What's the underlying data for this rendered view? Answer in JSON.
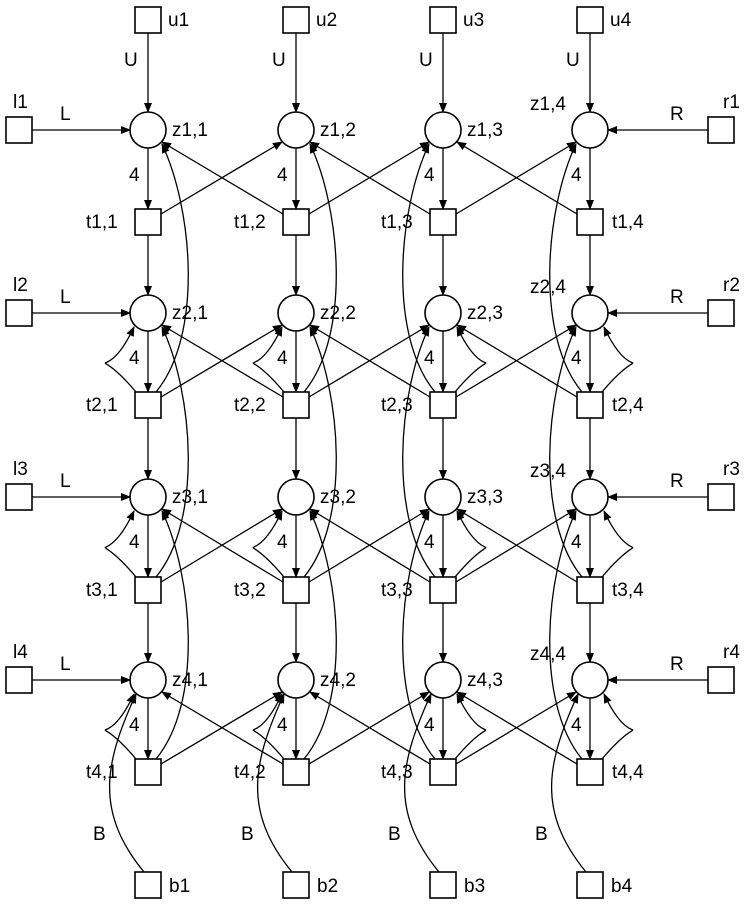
{
  "diagram": {
    "rows": 4,
    "cols": 4,
    "edge_labels": {
      "up": "U",
      "left": "L",
      "right": "R",
      "bottom": "B",
      "weight": "4"
    },
    "top_sources": [
      "u1",
      "u2",
      "u3",
      "u4"
    ],
    "left_sources": [
      "l1",
      "l2",
      "l3",
      "l4"
    ],
    "right_sources": [
      "r1",
      "r2",
      "r3",
      "r4"
    ],
    "bottom_sources": [
      "b1",
      "b2",
      "b3",
      "b4"
    ],
    "places": [
      [
        "z1,1",
        "z1,2",
        "z1,3",
        "z1,4"
      ],
      [
        "z2,1",
        "z2,2",
        "z2,3",
        "z2,4"
      ],
      [
        "z3,1",
        "z3,2",
        "z3,3",
        "z3,4"
      ],
      [
        "z4,1",
        "z4,2",
        "z4,3",
        "z4,4"
      ]
    ],
    "transitions": [
      [
        "t1,1",
        "t1,2",
        "t1,3",
        "t1,4"
      ],
      [
        "t2,1",
        "t2,2",
        "t2,3",
        "t2,4"
      ],
      [
        "t3,1",
        "t3,2",
        "t3,3",
        "t3,4"
      ],
      [
        "t4,1",
        "t4,2",
        "t4,3",
        "t4,4"
      ]
    ]
  }
}
